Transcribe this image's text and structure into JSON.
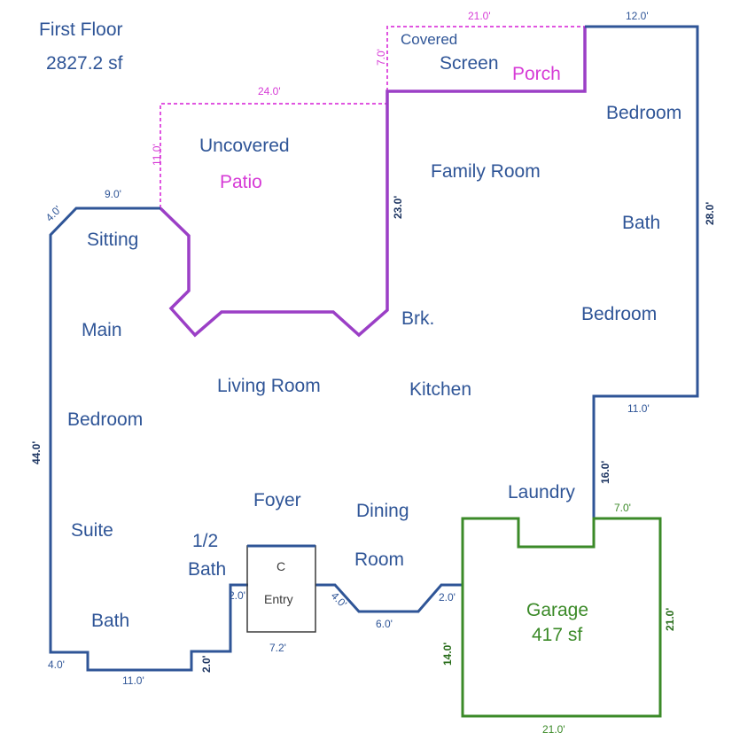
{
  "title": {
    "line1": "First Floor",
    "line2": "2827.2 sf"
  },
  "rooms": {
    "covered": "Covered",
    "screen": "Screen",
    "porch": "Porch",
    "uncovered": "Uncovered",
    "patio": "Patio",
    "family_room": "Family Room",
    "bedroom_top": "Bedroom",
    "bath_right": "Bath",
    "bedroom_right": "Bedroom",
    "sitting": "Sitting",
    "main": "Main",
    "bedroom_left": "Bedroom",
    "suite": "Suite",
    "bath_left": "Bath",
    "brk": "Brk.",
    "living_room": "Living Room",
    "kitchen": "Kitchen",
    "foyer": "Foyer",
    "dining": "Dining",
    "room": "Room",
    "laundry": "Laundry",
    "half": "1/2",
    "half_bath": "Bath",
    "entry_c": "C",
    "entry": "Entry",
    "garage": "Garage",
    "garage_sf": "417 sf"
  },
  "dimensions": {
    "porch_top": "21.0'",
    "top_right": "12.0'",
    "porch_side": "7.0'",
    "patio_top": "24.0'",
    "patio_side": "11.0'",
    "family_side": "23.0'",
    "right_side": "28.0'",
    "sitting_top": "9.0'",
    "corner_diag": "4.0'",
    "left_side": "44.0'",
    "right_notch": "11.0'",
    "laundry_side": "16.0'",
    "garage_top": "7.0'",
    "garage_right": "21.0'",
    "garage_left": "14.0'",
    "garage_bottom": "21.0'",
    "dining_step": "2.0'",
    "dining_bottom": "6.0'",
    "dining_diag": "4.0'",
    "entry_bottom": "7.2'",
    "entry_side": "2.0'",
    "bath_bottom": "11.0'",
    "bath_step": "2.0'",
    "bottom_left": "4.0'"
  },
  "colors": {
    "walls": "#2f5597",
    "patio_walls": "#9b3fc6",
    "dashed": "#e055e0",
    "garage": "#3b8a28"
  }
}
